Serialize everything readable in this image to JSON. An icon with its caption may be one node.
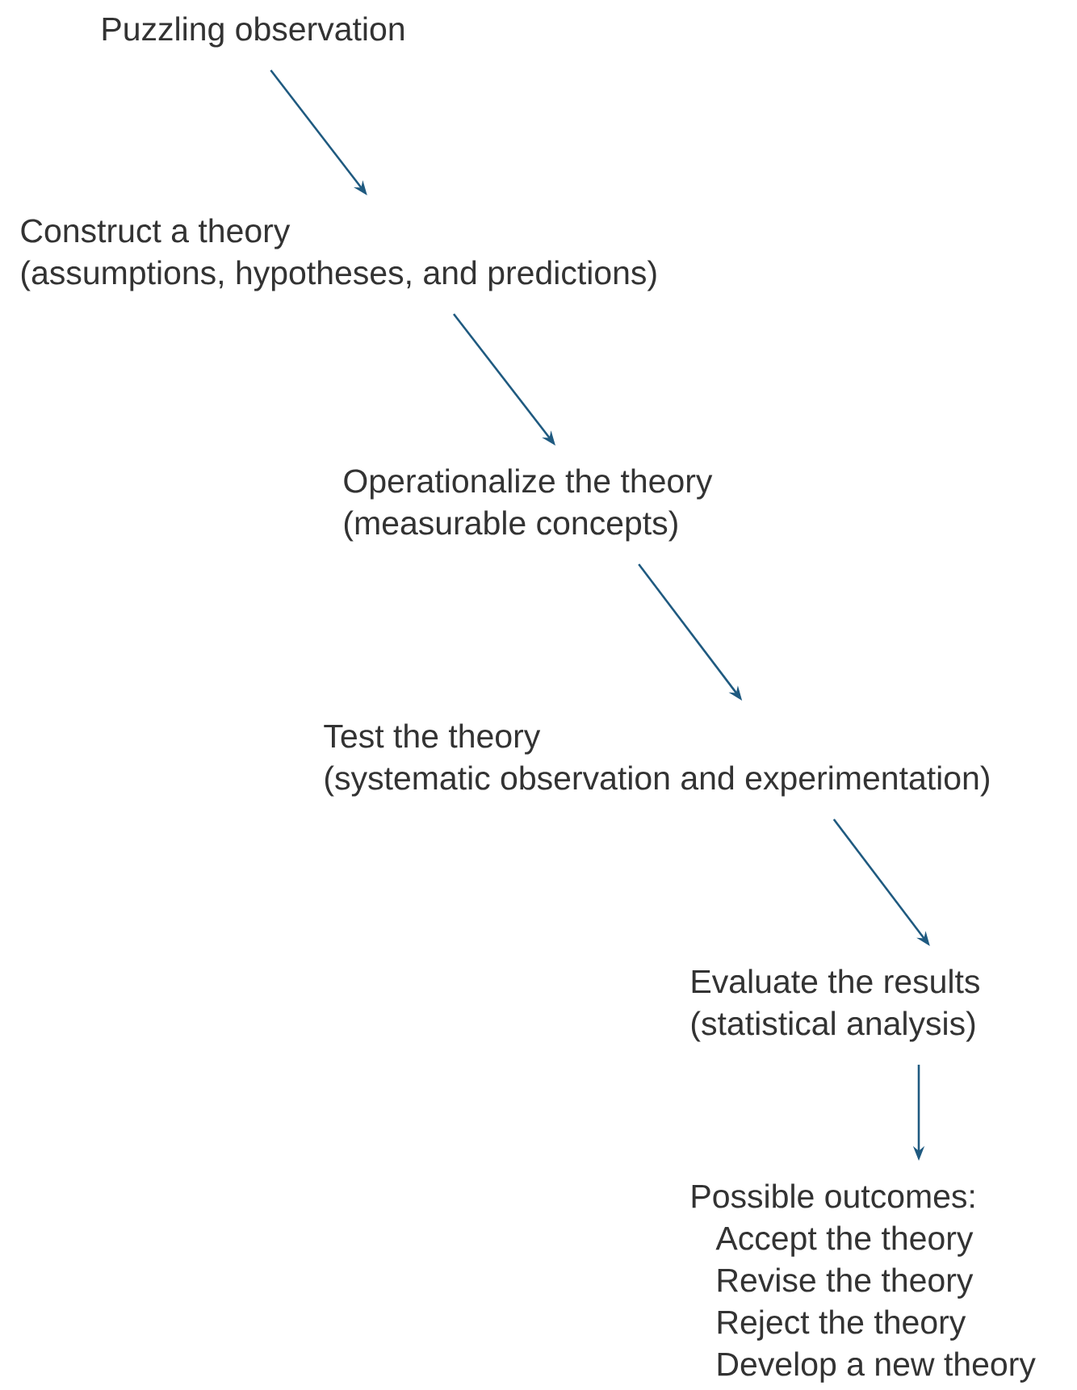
{
  "diagram": {
    "nodes": [
      {
        "text": [
          "Puzzling observation"
        ]
      },
      {
        "text": [
          "Construct a theory",
          "(assumptions, hypotheses, and predictions)"
        ]
      },
      {
        "text": [
          "Operationalize the theory",
          "(measurable concepts)"
        ]
      },
      {
        "text": [
          "Test the theory",
          "(systematic observation and experimentation)"
        ]
      },
      {
        "text": [
          "Evaluate the results",
          "(statistical analysis)"
        ]
      },
      {
        "text": [
          "Possible outcomes:",
          "Accept the theory",
          "Revise the theory",
          "Reject the theory",
          "Develop a new theory"
        ]
      }
    ],
    "edges": [
      {
        "from": 0,
        "to": 1,
        "arrow": "to"
      },
      {
        "from": 1,
        "to": 2,
        "arrow": "to"
      },
      {
        "from": 2,
        "to": 3,
        "arrow": "to"
      },
      {
        "from": 3,
        "to": 4,
        "arrow": "to"
      },
      {
        "from": 4,
        "to": 5,
        "arrow": "to"
      }
    ]
  }
}
